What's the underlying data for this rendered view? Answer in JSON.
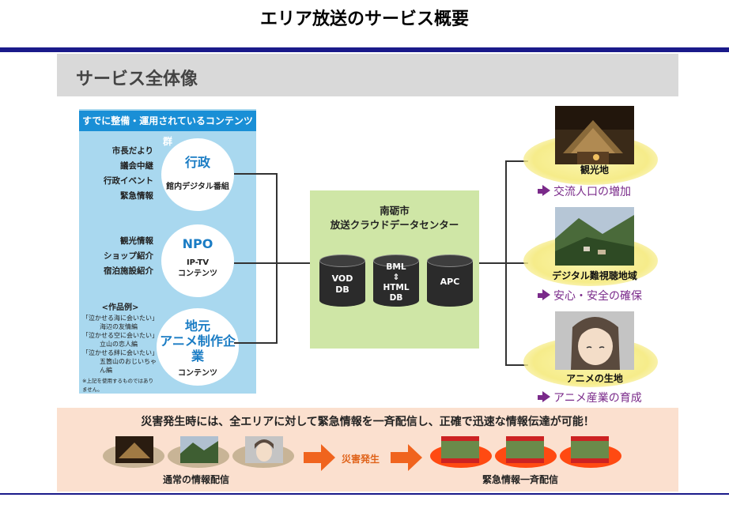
{
  "title": "エリア放送のサービス概要",
  "section": {
    "title": "サービス全体像"
  },
  "left": {
    "header": "すでに整備・運用されているコンテンツ群",
    "gov": {
      "items": [
        "市長だより",
        "議会中継",
        "行政イベント",
        "緊急情報"
      ],
      "circle_title": "行政",
      "circle_sub": "館内デジタル番組"
    },
    "npo": {
      "items": [
        "観光情報",
        "ショップ紹介",
        "宿泊施設紹介"
      ],
      "circle_title": "NPO",
      "circle_sub1": "IP-TV",
      "circle_sub2": "コンテンツ"
    },
    "anime": {
      "works_head": "<作品例>",
      "works": [
        "「泣かせる海に会いたい」",
        "海辺の友情編",
        "「泣かせる空に会いたい」",
        "立山の恋人編",
        "「泣かせる絆に会いたい」",
        "五箇山のおじいちゃん編"
      ],
      "note": "※上記を使用するものではありません。",
      "circle_title1": "地元",
      "circle_title2": "アニメ制作企業",
      "circle_sub": "コンテンツ"
    }
  },
  "center": {
    "title1": "南砺市",
    "title2": "放送クラウドデータセンター",
    "db1": [
      "VOD",
      "DB"
    ],
    "db2": [
      "BML",
      "⇕",
      "HTML",
      "DB"
    ],
    "db3": [
      "APC"
    ]
  },
  "right": {
    "items": [
      {
        "label": "観光地",
        "effect": "交流人口の増加"
      },
      {
        "label": "デジタル難視聴地域",
        "effect": "安心・安全の確保"
      },
      {
        "label": "アニメの生地",
        "effect": "アニメ産業の育成"
      }
    ]
  },
  "bottom": {
    "headline": "災害発生時には、全エリアに対して緊急情報を一斉配信し、正確で迅速な情報伝達が可能！",
    "normal_label": "通常の情報配信",
    "disaster_word": "災害発生",
    "emergency_label": "緊急情報一斉配信"
  },
  "colors": {
    "navy": "#1a1a8a",
    "blue_header": "#1a8fd6",
    "light_blue": "#a9d8ef",
    "green": "#cfe6a6",
    "orange": "#e0631a",
    "purple": "#7a2a8a"
  }
}
